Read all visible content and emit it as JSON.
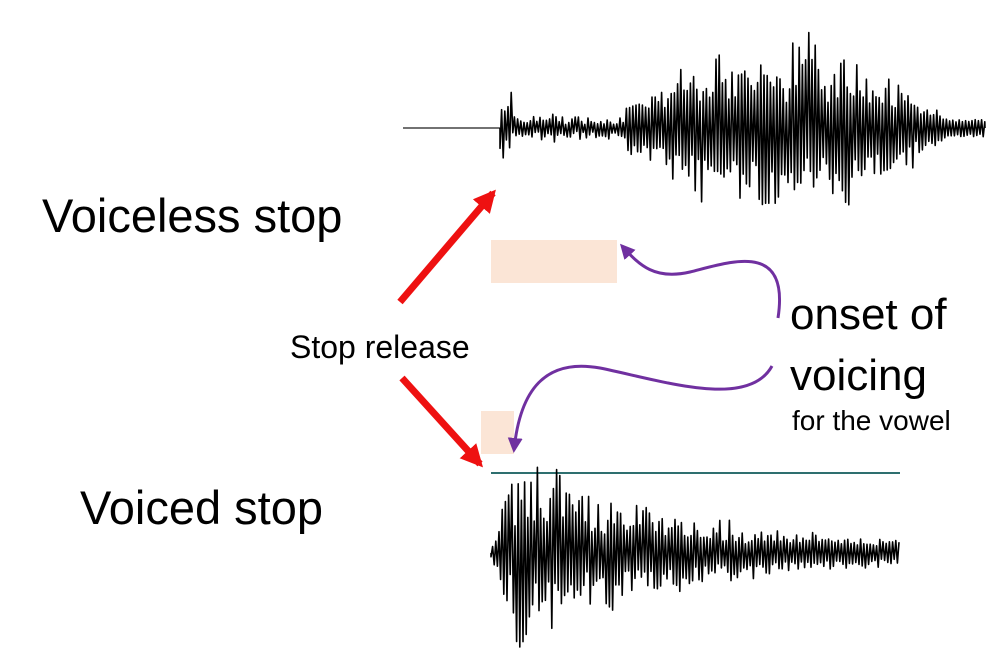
{
  "labels": {
    "voiceless_stop": "Voiceless stop",
    "voiced_stop": "Voiced stop",
    "stop_release": "Stop release",
    "onset_line1": "onset of",
    "onset_line2": "voicing",
    "onset_line3": "for the vowel"
  },
  "colors": {
    "release_arrow": "#ee1111",
    "onset_arrow": "#7030a0",
    "highlight": "#fbe5d6",
    "waveform": "#000000",
    "baseline": "#2e6f6f"
  },
  "icons": {
    "release_arrow": "red-arrow-icon",
    "onset_arrow": "purple-curved-arrow-icon"
  }
}
